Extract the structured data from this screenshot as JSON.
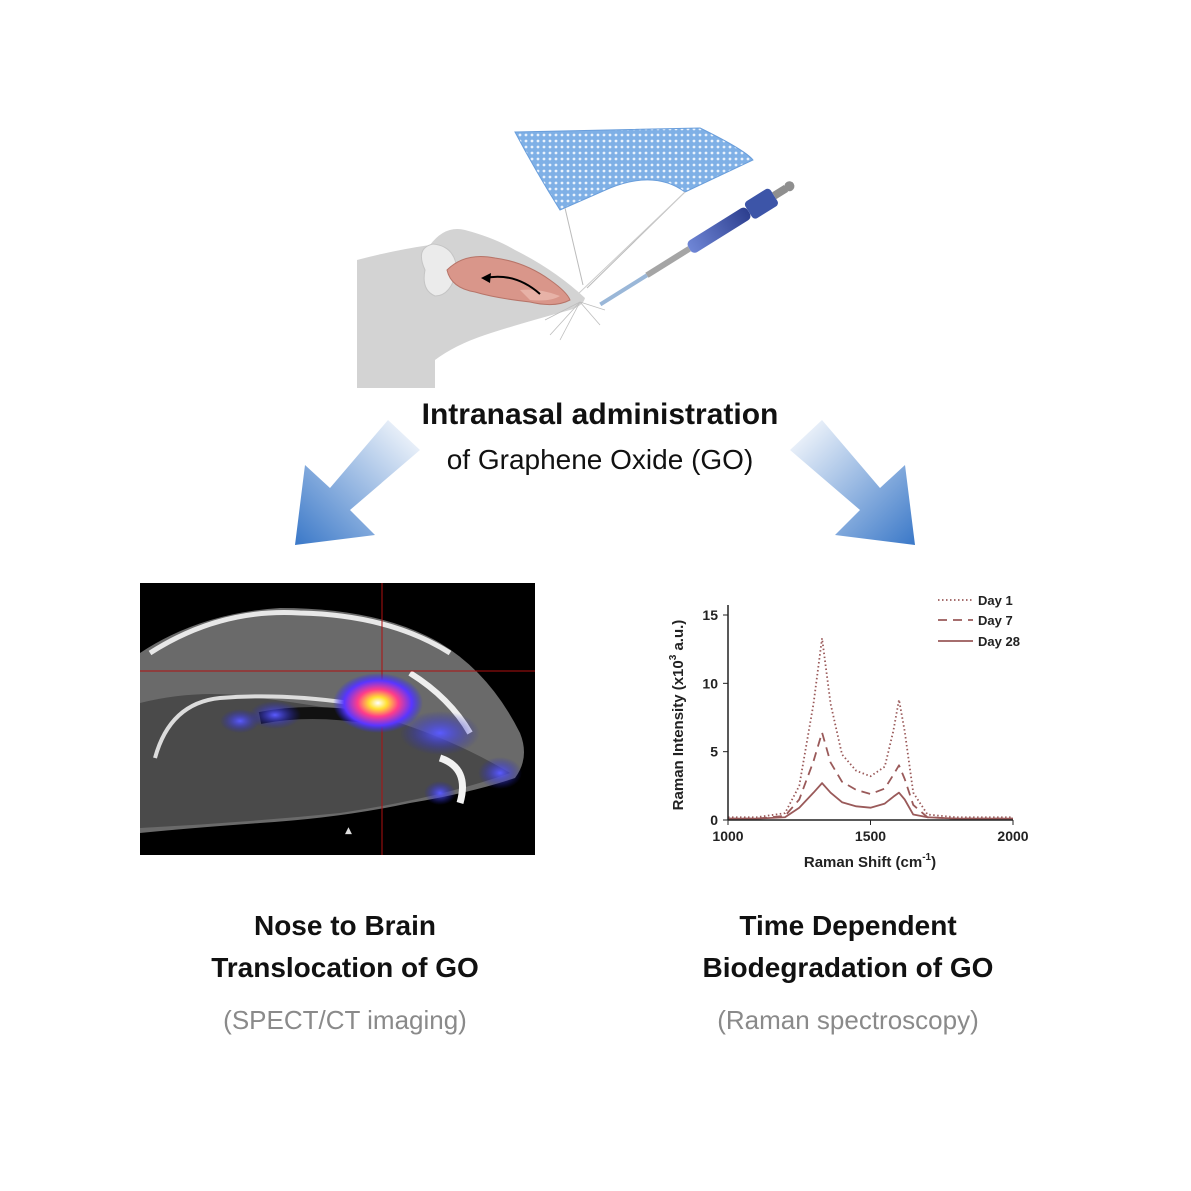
{
  "header": {
    "title": "Intranasal administration",
    "subtitle": "of Graphene Oxide (GO)"
  },
  "left_panel": {
    "title_line1": "Nose to Brain",
    "title_line2": "Translocation of GO",
    "subtitle": "(SPECT/CT imaging)"
  },
  "right_panel": {
    "title_line1": "Time Dependent",
    "title_line2": "Biodegradation of GO",
    "subtitle": "(Raman spectroscopy)"
  },
  "colors": {
    "arrow_blue": "#3a78c8",
    "series_color": "#9a5a5a",
    "mouse_gray": "#d3d3d3",
    "brain_pink": "#d9968a",
    "pipette_blue": "#3d55a8"
  },
  "chart_data": {
    "type": "line",
    "xlabel": "Raman Shift (cm",
    "xlabel_sup": "-1",
    "xlabel_end": ")",
    "ylabel": "Raman Intensity (x10",
    "ylabel_sup": "3",
    "ylabel_end": " a.u.)",
    "xlim": [
      1000,
      2000
    ],
    "ylim": [
      0,
      15
    ],
    "xticks": [
      "1000",
      "1500",
      "2000"
    ],
    "yticks": [
      "0",
      "5",
      "10",
      "15"
    ],
    "legend_position": "top-right",
    "x": [
      1000,
      1100,
      1200,
      1250,
      1300,
      1330,
      1360,
      1400,
      1450,
      1500,
      1550,
      1580,
      1600,
      1620,
      1650,
      1700,
      1800,
      1900,
      2000
    ],
    "series": [
      {
        "name": "Day 1",
        "style": "dotted",
        "values": [
          0.2,
          0.2,
          0.5,
          2.5,
          8.5,
          13.3,
          8.5,
          4.8,
          3.6,
          3.2,
          3.9,
          6.5,
          8.8,
          6.5,
          2.0,
          0.4,
          0.2,
          0.2,
          0.2
        ]
      },
      {
        "name": "Day 7",
        "style": "dashed",
        "values": [
          0.1,
          0.1,
          0.3,
          1.5,
          4.3,
          6.4,
          4.2,
          2.8,
          2.2,
          1.9,
          2.3,
          3.3,
          4.0,
          3.0,
          1.1,
          0.2,
          0.1,
          0.1,
          0.1
        ]
      },
      {
        "name": "Day 28",
        "style": "solid",
        "values": [
          0.1,
          0.1,
          0.2,
          0.9,
          2.0,
          2.7,
          2.0,
          1.3,
          1.0,
          0.9,
          1.2,
          1.7,
          2.0,
          1.5,
          0.4,
          0.2,
          0.1,
          0.1,
          0.1
        ]
      }
    ]
  }
}
